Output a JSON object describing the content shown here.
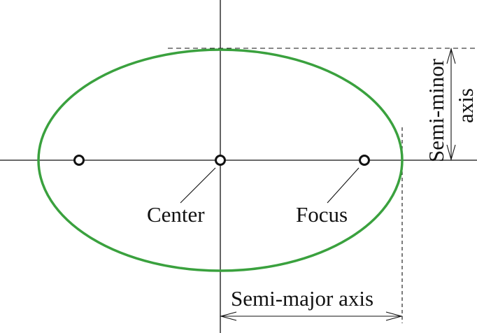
{
  "diagram": {
    "labels": {
      "center": "Center",
      "focus": "Focus",
      "semi_major_axis": "Semi-major axis",
      "semi_minor_axis_line1": "Semi-minor",
      "semi_minor_axis_line2": "axis"
    },
    "colors": {
      "ellipse": "#3aa13e",
      "lines": "#111111",
      "background": "#ffffff"
    },
    "points": [
      "left-focus",
      "center",
      "right-focus"
    ]
  }
}
